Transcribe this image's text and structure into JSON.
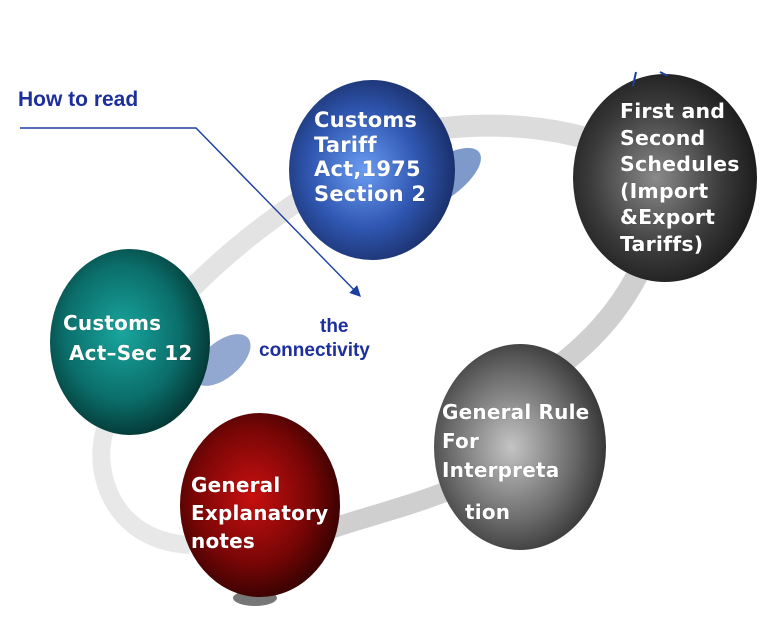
{
  "title": "How to read",
  "center_text": {
    "line1": "the",
    "line2": "connectivity"
  },
  "colors": {
    "title_blue": "#1d2f9c",
    "ring_gray": "#d4d4d4",
    "shadow_blue": "#6f8fc4",
    "node_blue": "#2f56b0",
    "node_dark_gray": "#3a3a3a",
    "node_teal": "#0d7f7a",
    "node_red": "#a00b0b",
    "node_mid_gray": "#6e6e6e"
  },
  "nodes": {
    "customs_tariff_act": {
      "text": "Customs\nTariff\nAct,1975\nSection 2"
    },
    "schedules": {
      "text": "First and\nSecond\nSchedules\n(Import\n&Export\nTariffs)"
    },
    "customs_act": {
      "line1": "Customs",
      "line2": "Act–Sec 12"
    },
    "explanatory_notes": {
      "text": "General\nExplanatory\nnotes"
    },
    "general_rules": {
      "text": "General Rule\nFor\nInterpreta",
      "tail": "tion"
    }
  }
}
